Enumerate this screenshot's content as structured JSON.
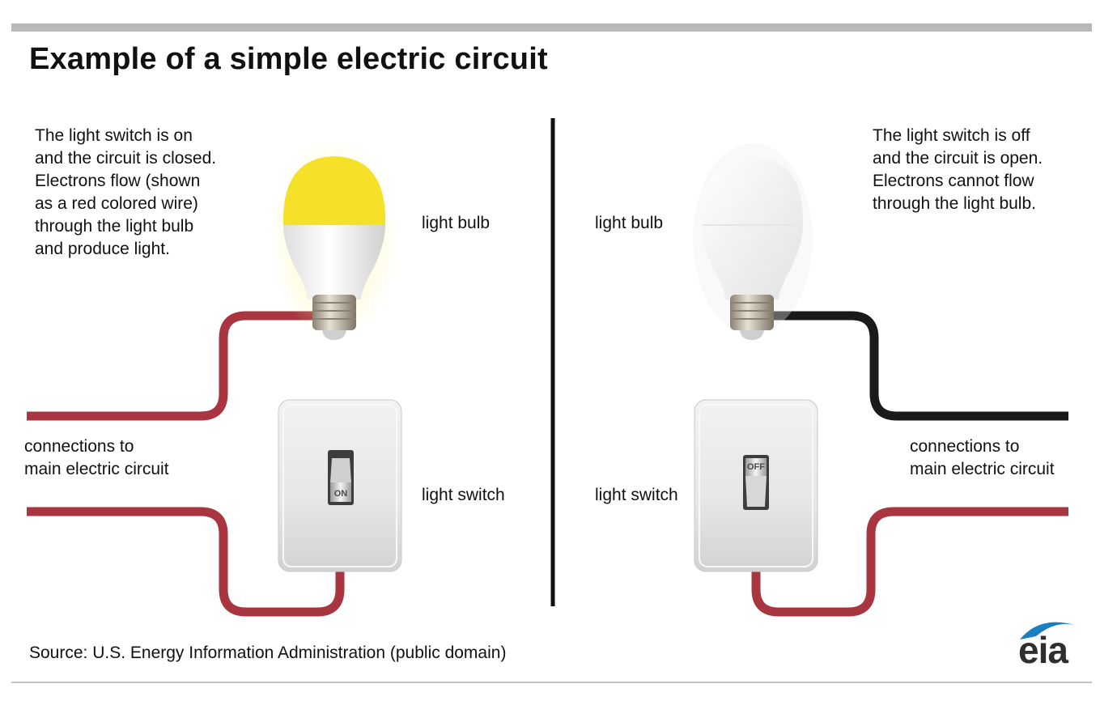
{
  "title": "Example of a simple electric circuit",
  "left": {
    "description": [
      "The light switch is on",
      "and the circuit is closed.",
      "Electrons flow (shown",
      "as a red colored wire)",
      "through the light bulb",
      "and produce light."
    ],
    "bulb_label": "light bulb",
    "switch_label": "light switch",
    "switch_state": "ON",
    "connections_label": [
      "connections to",
      "main electric circuit"
    ]
  },
  "right": {
    "description": [
      "The light switch is off",
      "and the circuit is open.",
      "Electrons cannot flow",
      "through the light bulb."
    ],
    "bulb_label": "light bulb",
    "switch_label": "light switch",
    "switch_state": "OFF",
    "connections_label": [
      "connections to",
      "main electric circuit"
    ]
  },
  "source": "Source: U.S. Energy Information Administration (public domain)",
  "logo": "eia",
  "colors": {
    "live_wire": "#a8353f",
    "dead_wire": "#1a1a1a",
    "bulb_on": "#f5e12a",
    "bulb_off": "#f4f4f4",
    "divider": "#111111",
    "logo_blue": "#1a7fc1"
  }
}
